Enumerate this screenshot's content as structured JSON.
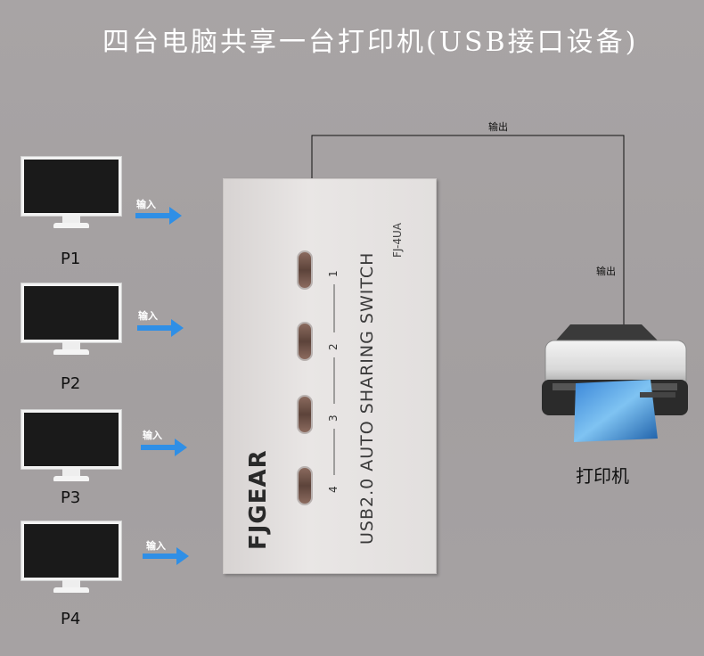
{
  "title": "四台电脑共享一台打印机(USB接口设备)",
  "computers": [
    {
      "label": "P1",
      "input_label": "输入"
    },
    {
      "label": "P2",
      "input_label": "输入"
    },
    {
      "label": "P3",
      "input_label": "输入"
    },
    {
      "label": "P4",
      "input_label": "输入"
    }
  ],
  "switch": {
    "brand": "FJGEAR",
    "product": "USB2.0 AUTO SHARING SWITCH",
    "model": "FJ-4UA",
    "ports": [
      "1",
      "2",
      "3",
      "4"
    ]
  },
  "output_label_top": "输出",
  "output_label_side": "输出",
  "printer_label": "打印机",
  "colors": {
    "arrow": "#2f8fe6",
    "screen": "#1a1a1a"
  }
}
